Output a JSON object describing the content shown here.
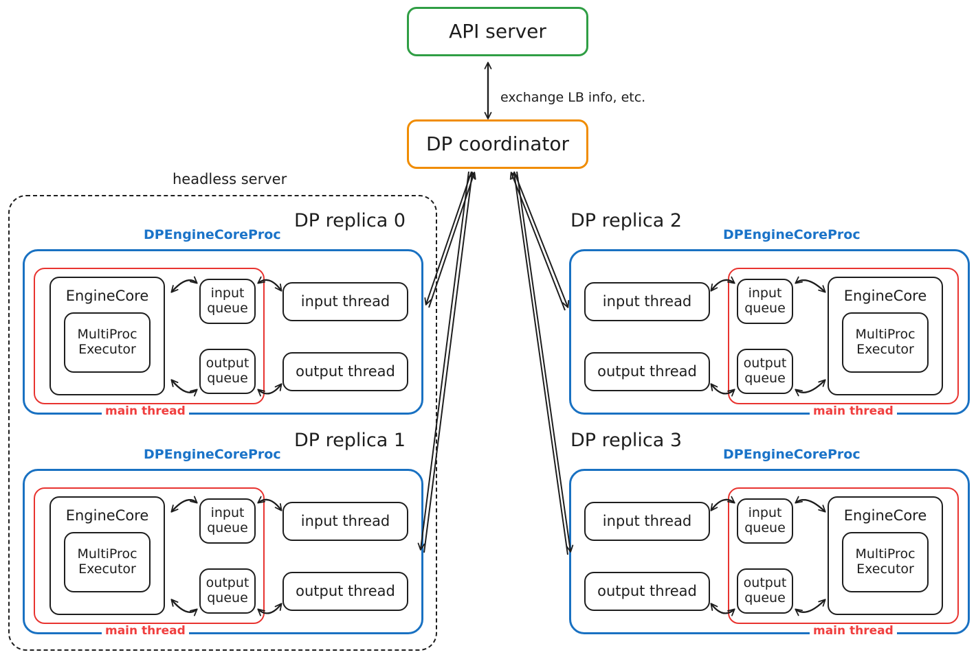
{
  "diagram": {
    "title_nodes": {
      "api_server": "API server",
      "dp_coordinator": "DP coordinator"
    },
    "edge_labels": {
      "coordinator_api": "exchange LB info, etc."
    },
    "headless_server_label": "headless server",
    "colors": {
      "api_server_border": "#2f9e44",
      "coordinator_border": "#f08c00",
      "proc_border": "#1971c2",
      "proc_label": "#1a73c8",
      "main_thread_border": "#e8332f",
      "main_thread_label": "#f03e3e",
      "node_border": "#1d1d1d",
      "background": "#ffffff"
    },
    "common_labels": {
      "proc": "DPEngineCoreProc",
      "main_thread": "main thread",
      "engine_core": "EngineCore",
      "multiproc_executor_line1": "MultiProc",
      "multiproc_executor_line2": "Executor",
      "input_queue_line1": "input",
      "input_queue_line2": "queue",
      "output_queue_line1": "output",
      "output_queue_line2": "queue",
      "input_thread": "input thread",
      "output_thread": "output thread"
    },
    "replicas": [
      {
        "id": 0,
        "title": "DP replica 0",
        "orientation": "core-left",
        "in_headless_server": true
      },
      {
        "id": 1,
        "title": "DP replica 1",
        "orientation": "core-left",
        "in_headless_server": true
      },
      {
        "id": 2,
        "title": "DP replica 2",
        "orientation": "core-right",
        "in_headless_server": false
      },
      {
        "id": 3,
        "title": "DP replica 3",
        "orientation": "core-right",
        "in_headless_server": false
      }
    ]
  }
}
